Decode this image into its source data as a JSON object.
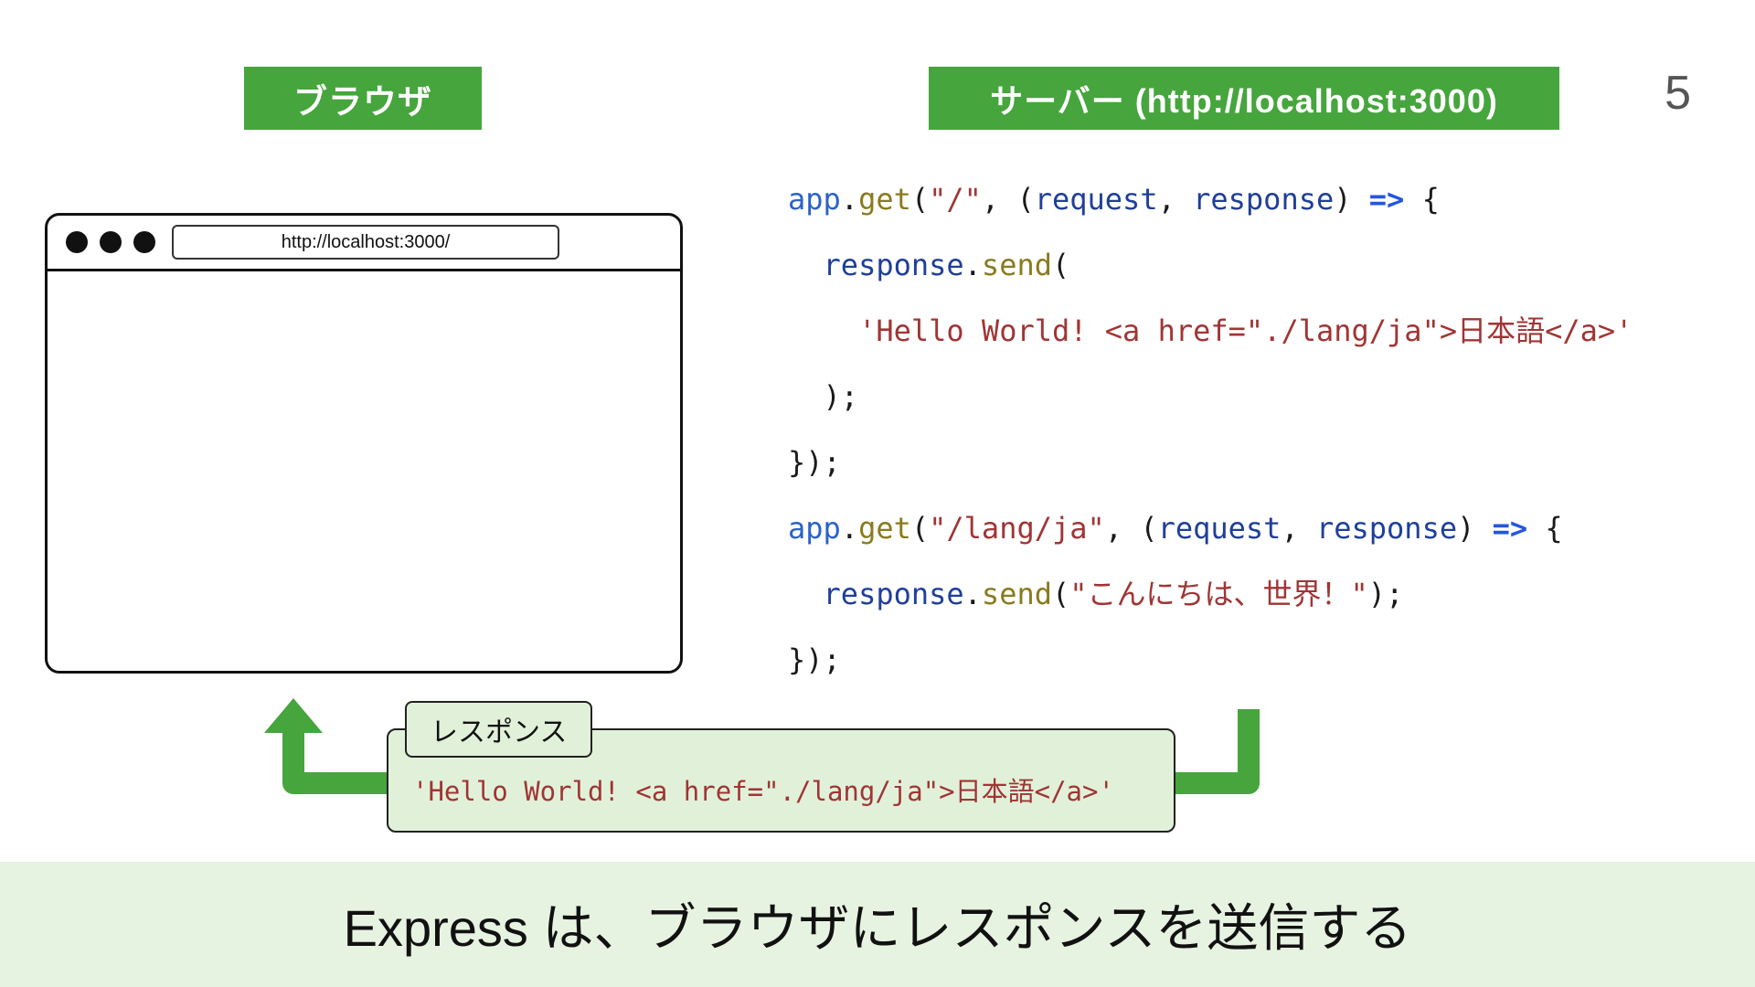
{
  "page": {
    "number": "5",
    "caption": "Express は、ブラウザにレスポンスを送信する"
  },
  "labels": {
    "browser": "ブラウザ",
    "server": "サーバー (http://localhost:3000)"
  },
  "browser_window": {
    "url": "http://localhost:3000/"
  },
  "code": {
    "lines": [
      [
        {
          "t": "app",
          "c": "obj"
        },
        {
          "t": ".",
          "c": "plain"
        },
        {
          "t": "get",
          "c": "fn"
        },
        {
          "t": "(",
          "c": "plain"
        },
        {
          "t": "\"/\"",
          "c": "str"
        },
        {
          "t": ", (",
          "c": "plain"
        },
        {
          "t": "request",
          "c": "param"
        },
        {
          "t": ", ",
          "c": "plain"
        },
        {
          "t": "response",
          "c": "param"
        },
        {
          "t": ") ",
          "c": "plain"
        },
        {
          "t": "=>",
          "c": "arrow"
        },
        {
          "t": " {",
          "c": "plain"
        }
      ],
      [
        {
          "t": "  ",
          "c": "plain"
        },
        {
          "t": "response",
          "c": "param"
        },
        {
          "t": ".",
          "c": "plain"
        },
        {
          "t": "send",
          "c": "fn"
        },
        {
          "t": "(",
          "c": "plain"
        }
      ],
      [
        {
          "t": "    ",
          "c": "plain"
        },
        {
          "t": "'Hello World! <a href=\"./lang/ja\">日本語</a>'",
          "c": "str"
        }
      ],
      [
        {
          "t": "  );",
          "c": "plain"
        }
      ],
      [
        {
          "t": "});",
          "c": "plain"
        }
      ],
      [
        {
          "t": "app",
          "c": "obj"
        },
        {
          "t": ".",
          "c": "plain"
        },
        {
          "t": "get",
          "c": "fn"
        },
        {
          "t": "(",
          "c": "plain"
        },
        {
          "t": "\"/lang/ja\"",
          "c": "str"
        },
        {
          "t": ", (",
          "c": "plain"
        },
        {
          "t": "request",
          "c": "param"
        },
        {
          "t": ", ",
          "c": "plain"
        },
        {
          "t": "response",
          "c": "param"
        },
        {
          "t": ") ",
          "c": "plain"
        },
        {
          "t": "=>",
          "c": "arrow"
        },
        {
          "t": " {",
          "c": "plain"
        }
      ],
      [
        {
          "t": "  ",
          "c": "plain"
        },
        {
          "t": "response",
          "c": "param"
        },
        {
          "t": ".",
          "c": "plain"
        },
        {
          "t": "send",
          "c": "fn"
        },
        {
          "t": "(",
          "c": "plain"
        },
        {
          "t": "\"こんにちは、世界！\"",
          "c": "str"
        },
        {
          "t": ");",
          "c": "plain"
        }
      ],
      [
        {
          "t": "});",
          "c": "plain"
        }
      ]
    ]
  },
  "response": {
    "label": "レスポンス",
    "value": "'Hello World! <a href=\"./lang/ja\">日本語</a>'"
  },
  "colors": {
    "green": "#46a53d",
    "box_green": "#e1f1d9",
    "banner_green": "#e7f3e1",
    "code_plain": "#1a1a1a",
    "code_obj": "#2b62c9",
    "code_fn": "#8a7b1e",
    "code_str": "#a03535",
    "code_param": "#1f3f99",
    "code_arrow": "#2456e0"
  }
}
